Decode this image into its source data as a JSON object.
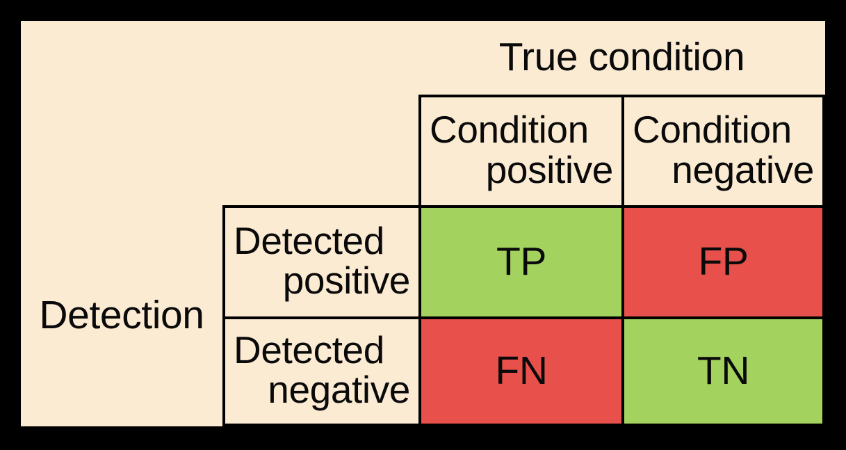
{
  "figure": {
    "type": "confusion-matrix",
    "background_color": "#FCEBD3",
    "frame_color": "#000000",
    "positive_outcome_color": "#A3D25E",
    "negative_outcome_color": "#E8504C"
  },
  "axes": {
    "column_axis_title": "True condition",
    "row_axis_title": "Detection"
  },
  "column_headers": [
    {
      "line1": "Condition",
      "line2": "positive"
    },
    {
      "line1": "Condition",
      "line2": "negative"
    }
  ],
  "row_headers": [
    {
      "line1": "Detected",
      "line2": "positive"
    },
    {
      "line1": "Detected",
      "line2": "negative"
    }
  ],
  "cells": {
    "true_positive": {
      "label": "TP",
      "color": "#A3D25E",
      "outcome": "correct"
    },
    "false_positive": {
      "label": "FP",
      "color": "#E8504C",
      "outcome": "error"
    },
    "false_negative": {
      "label": "FN",
      "color": "#E8504C",
      "outcome": "error"
    },
    "true_negative": {
      "label": "TN",
      "color": "#A3D25E",
      "outcome": "correct"
    }
  },
  "chart_data": {
    "type": "table",
    "title": "True condition",
    "xlabel": "True condition",
    "ylabel": "Detection",
    "categories": [
      "Condition positive",
      "Condition negative"
    ],
    "row_categories": [
      "Detected positive",
      "Detected negative"
    ],
    "values": [
      [
        "TP",
        "FP"
      ],
      [
        "FN",
        "TN"
      ]
    ],
    "cell_colors": [
      [
        "#A3D25E",
        "#E8504C"
      ],
      [
        "#E8504C",
        "#A3D25E"
      ]
    ],
    "grid": true,
    "legend": "none"
  }
}
